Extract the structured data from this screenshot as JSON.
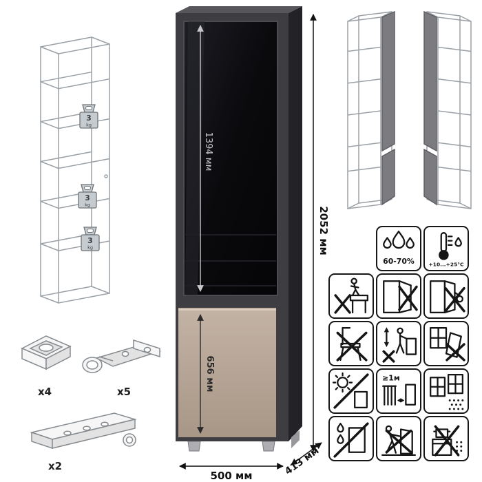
{
  "main_cabinet": {
    "glass_door_height": "1394 мм",
    "lower_door_height": "656 мм",
    "total_height": "2052 мм",
    "width": "500 мм",
    "depth": "413 мм"
  },
  "shelf_weights": [
    {
      "value": "3",
      "unit": "kg"
    },
    {
      "value": "3",
      "unit": "kg"
    },
    {
      "value": "3",
      "unit": "kg"
    }
  ],
  "hardware": {
    "foot_pads": {
      "count": "x4"
    },
    "hinges": {
      "count": "x5"
    },
    "plinth": {
      "count": "x2"
    }
  },
  "climate_icons": {
    "humidity": "60-70%",
    "temperature": "+10...+25°С"
  },
  "warning_icons": {
    "heat_distance": "≥1м"
  },
  "icons": {
    "climate": [
      "humidity-icon",
      "temperature-icon"
    ],
    "warnings": [
      "no-standing-on-top-icon",
      "no-lean-on-door-icon",
      "no-hang-on-door-icon",
      "no-climb-on-chair-icon",
      "lift-dont-drag-icon",
      "tip-over-hazard-icon",
      "no-direct-sunlight-icon",
      "min-1m-from-heat-icon",
      "dry-ventilated-room-icon",
      "no-moisture-icon",
      "no-dragging-icon",
      "no-hot-objects-icon"
    ]
  },
  "colors": {
    "cabinet_frame": "#3e3e42",
    "cabinet_side": "#232327",
    "cabinet_top": "#56565b",
    "glass": "#0a0a0d",
    "lower_door": "#b7a698",
    "wireframe_grey": "#9aa0a5",
    "door_panel_grey": "#7b7b80"
  }
}
